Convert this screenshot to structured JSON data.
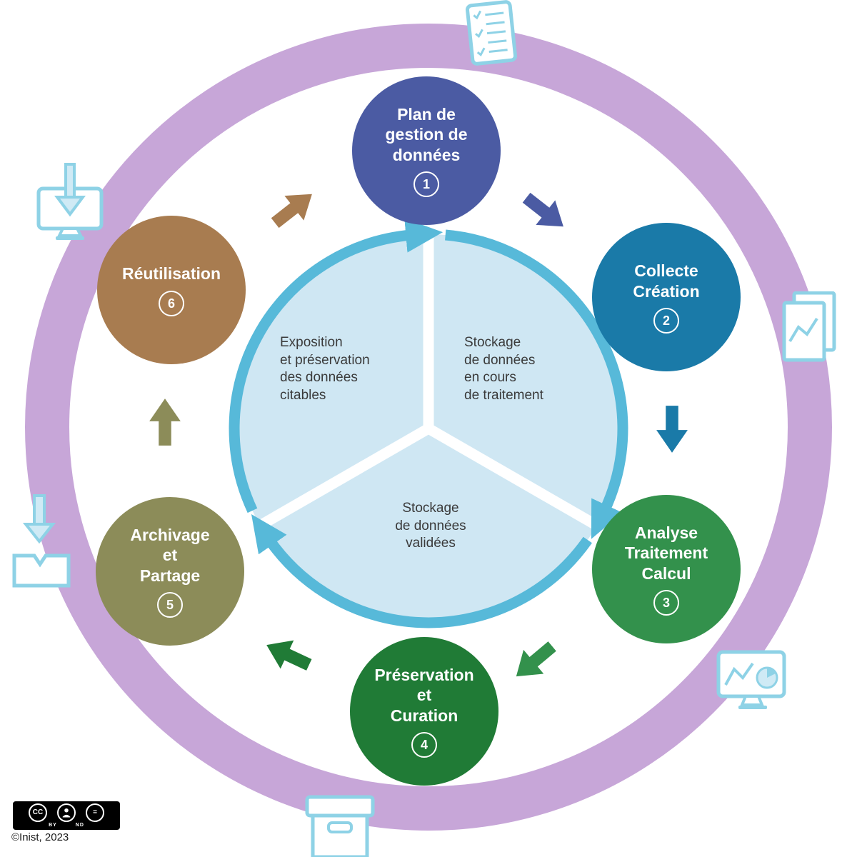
{
  "ring_color": "#c7a6d8",
  "stages": [
    {
      "label": "Plan de\ngestion de\ndonnées",
      "number": "1",
      "color": "#4b5ba3"
    },
    {
      "label": "Collecte\nCréation",
      "number": "2",
      "color": "#1a7aa8"
    },
    {
      "label": "Analyse\nTraitement\nCalcul",
      "number": "3",
      "color": "#33914c"
    },
    {
      "label": "Préservation\net\nCuration",
      "number": "4",
      "color": "#207b36"
    },
    {
      "label": "Archivage\net\nPartage",
      "number": "5",
      "color": "#8c8c59"
    },
    {
      "label": "Réutilisation",
      "number": "6",
      "color": "#a87c50"
    }
  ],
  "center": {
    "disc_color": "#cfe7f3",
    "arrow_color": "#57b9d9",
    "sectors": [
      {
        "label": "Exposition\net préservation\ndes données\ncitables"
      },
      {
        "label": "Stockage\nde données\nen cours\nde traitement"
      },
      {
        "label": "Stockage\nde données\nvalidées"
      }
    ]
  },
  "icons": [
    {
      "name": "checklist-icon"
    },
    {
      "name": "monitor-download-icon"
    },
    {
      "name": "documents-chart-icon"
    },
    {
      "name": "inbox-download-icon"
    },
    {
      "name": "monitor-stats-icon"
    },
    {
      "name": "archive-box-icon"
    }
  ],
  "icon_style": {
    "stroke": "#8ed2e6",
    "accent": "#cfeaf5"
  },
  "license": {
    "cc_label": "CC",
    "by_label": "BY",
    "nd_label": "ND"
  },
  "credit": "©Inist, 2023"
}
